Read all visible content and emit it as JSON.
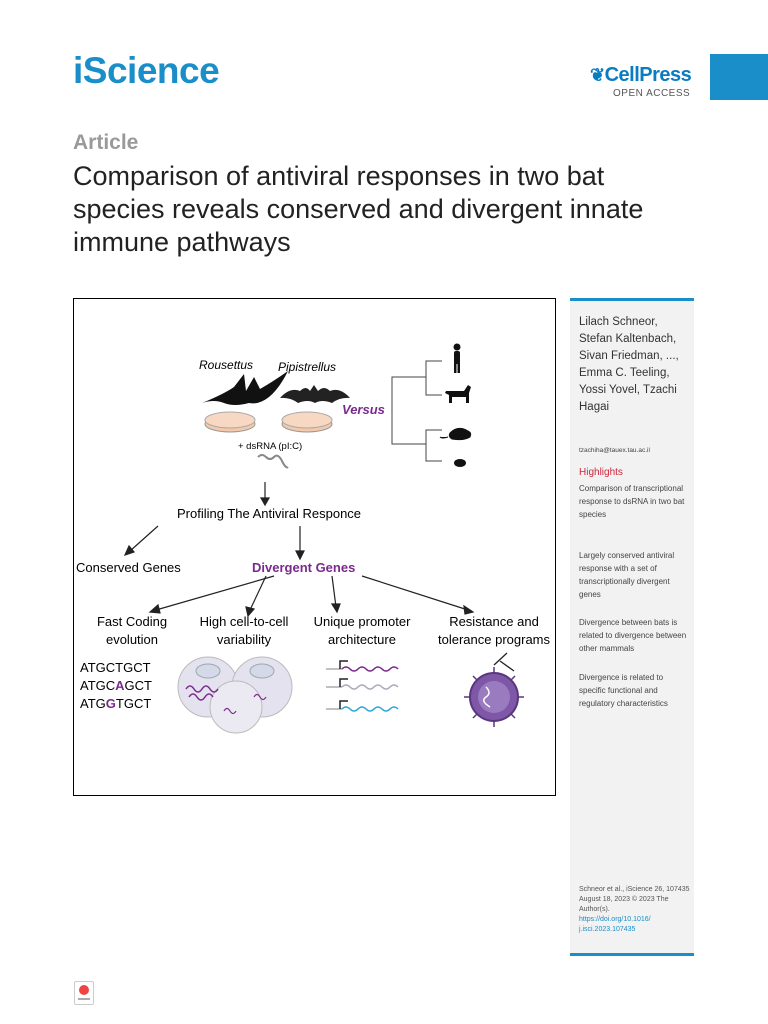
{
  "header": {
    "journal": "iScience",
    "publisher": "CellPress",
    "open_access": "OPEN ACCESS",
    "brand_color": "#1a8ec8"
  },
  "article": {
    "type": "Article",
    "title": "Comparison of antiviral responses in two bat species reveals conserved and divergent innate immune pathways"
  },
  "graphical_abstract": {
    "species_1": "Rousettus",
    "species_2": "Pipistrellus",
    "versus": "Versus",
    "treatment": "+ dsRNA  (pI:C)",
    "profiling": "Profiling The Antiviral Responce",
    "conserved": "Conserved Genes",
    "divergent": "Divergent Genes",
    "feature_1_line1": "Fast Coding",
    "feature_1_line2": "evolution",
    "feature_2_line1": "High cell-to-cell",
    "feature_2_line2": "variability",
    "feature_3_line1": "Unique promoter",
    "feature_3_line2": "architecture",
    "feature_4_line1": "Resistance and",
    "feature_4_line2": "tolerance programs",
    "seq_1": "ATGCTGCT",
    "seq_2_pre": "ATGC",
    "seq_2_mut": "A",
    "seq_2_post": "GCT",
    "seq_3_pre": "ATG",
    "seq_3_mut": "G",
    "seq_3_post": "TGCT",
    "accent_color": "#7a2a8c"
  },
  "sidebar": {
    "authors": "Lilach Schneor, Stefan Kaltenbach, Sivan Friedman, ..., Emma C. Teeling, Yossi Yovel, Tzachi Hagai",
    "email": "tzachiha@tauex.tau.ac.il",
    "highlights_heading": "Highlights",
    "highlights": [
      "Comparison of transcriptional response to dsRNA in two bat species",
      "Largely conserved antiviral response with a set of transcriptionally divergent genes",
      "Divergence between bats is related to divergence between other mammals",
      "Divergence is related to specific functional and regulatory characteristics"
    ],
    "citation_text": "Schneor et al., iScience 26, 107435 August 18, 2023 © 2023 The Author(s).",
    "doi": "https://doi.org/10.1016/ j.isci.2023.107435"
  }
}
